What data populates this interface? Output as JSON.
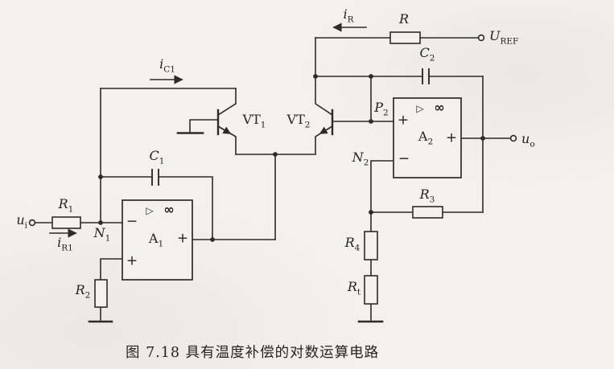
{
  "figure": {
    "caption": "图 7.18  具有温度补偿的对数运算电路"
  },
  "labels": {
    "ui": {
      "main": "u",
      "sub": "i"
    },
    "r1": {
      "main": "R",
      "sub": "1"
    },
    "ir1": {
      "main": "i",
      "sub": "R1"
    },
    "n1": {
      "main": "N",
      "sub": "1"
    },
    "r2": {
      "main": "R",
      "sub": "2"
    },
    "c1": {
      "main": "C",
      "sub": "1"
    },
    "ic1": {
      "main": "i",
      "sub": "C1"
    },
    "a1": {
      "main": "A",
      "sub": "1"
    },
    "vt1": {
      "main": "VT",
      "sub": "1"
    },
    "vt2": {
      "main": "VT",
      "sub": "2"
    },
    "ir": {
      "main": "i",
      "sub": "R"
    },
    "r": {
      "main": "R",
      "sub": ""
    },
    "uref": {
      "main": "U",
      "sub": "REF"
    },
    "c2": {
      "main": "C",
      "sub": "2"
    },
    "p2": {
      "main": "P",
      "sub": "2"
    },
    "n2": {
      "main": "N",
      "sub": "2"
    },
    "a2": {
      "main": "A",
      "sub": "2"
    },
    "uo": {
      "main": "u",
      "sub": "o"
    },
    "r3": {
      "main": "R",
      "sub": "3"
    },
    "r4": {
      "main": "R",
      "sub": "4"
    },
    "rt": {
      "main": "R",
      "sub": "t"
    }
  },
  "opamp_symbols": {
    "triangle": "▷",
    "infinity": "∞",
    "plus": "+",
    "minus": "−"
  },
  "colors": {
    "line": "#2b2b2b",
    "paper": "#f3f1ec"
  }
}
